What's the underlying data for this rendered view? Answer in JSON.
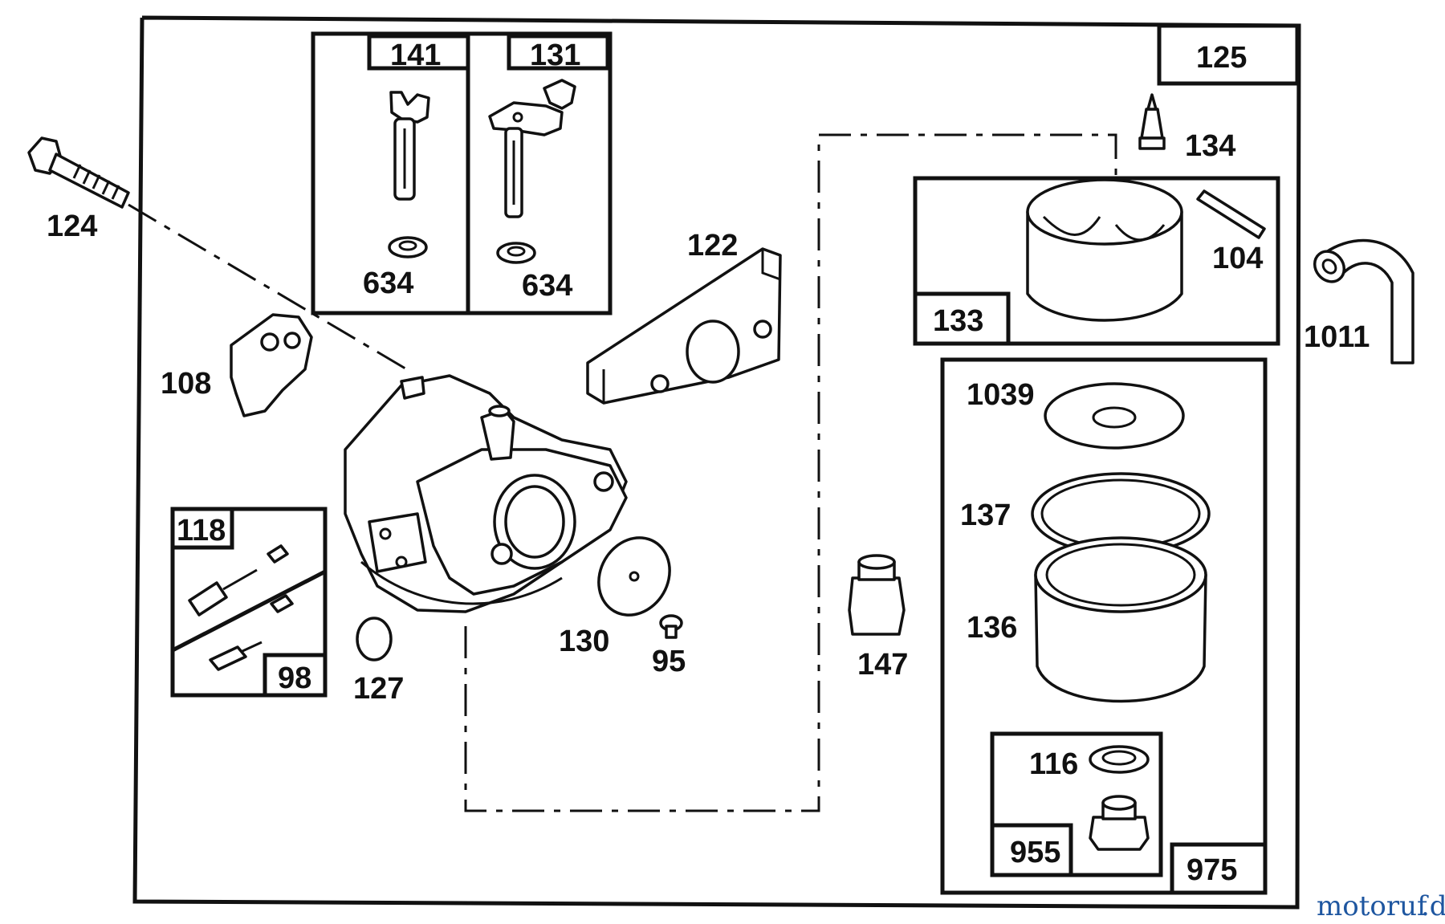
{
  "diagram": {
    "boxes": {
      "b141": "141",
      "b131": "131",
      "b125": "125",
      "b133": "133",
      "b118": "118",
      "b98": "98",
      "b955": "955",
      "b975": "975"
    },
    "parts": {
      "p124": "124",
      "p634a": "634",
      "p634b": "634",
      "p122": "122",
      "p108": "108",
      "p134": "134",
      "p104": "104",
      "p1011": "1011",
      "p1039": "1039",
      "p137": "137",
      "p136": "136",
      "p116": "116",
      "p130": "130",
      "p95": "95",
      "p147": "147",
      "p127": "127"
    },
    "watermark": {
      "brand": "motoruf",
      "tld": ".de",
      "brand_color": "#1e56a0",
      "dot_color": "#d98a1c"
    }
  }
}
